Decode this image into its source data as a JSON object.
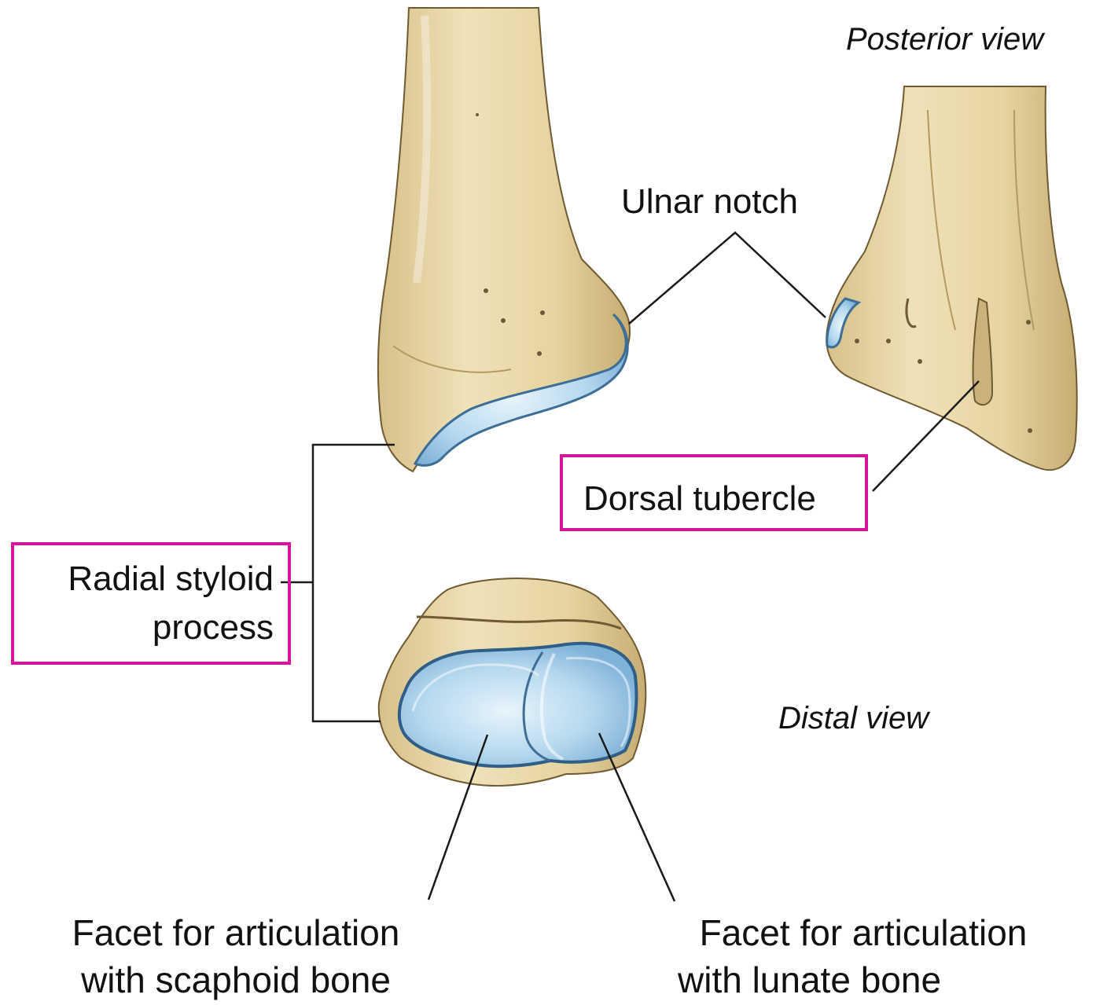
{
  "views": {
    "posterior": "Posterior view",
    "distal": "Distal view"
  },
  "labels": {
    "ulnar_notch": "Ulnar notch",
    "dorsal_tubercle": "Dorsal tubercle",
    "radial_styloid_line1": "Radial styloid",
    "radial_styloid_line2": "process",
    "facet_scaphoid_line1": "Facet for articulation",
    "facet_scaphoid_line2": "with scaphoid bone",
    "facet_lunate_line1": "Facet for articulation",
    "facet_lunate_line2": "with lunate bone"
  },
  "colors": {
    "bone": "#e8d8a8",
    "bone_shadow": "#c9b27a",
    "cartilage": "#a9d0ea",
    "cartilage_edge": "#4f86b4",
    "highlight_box": "#d6159a"
  }
}
